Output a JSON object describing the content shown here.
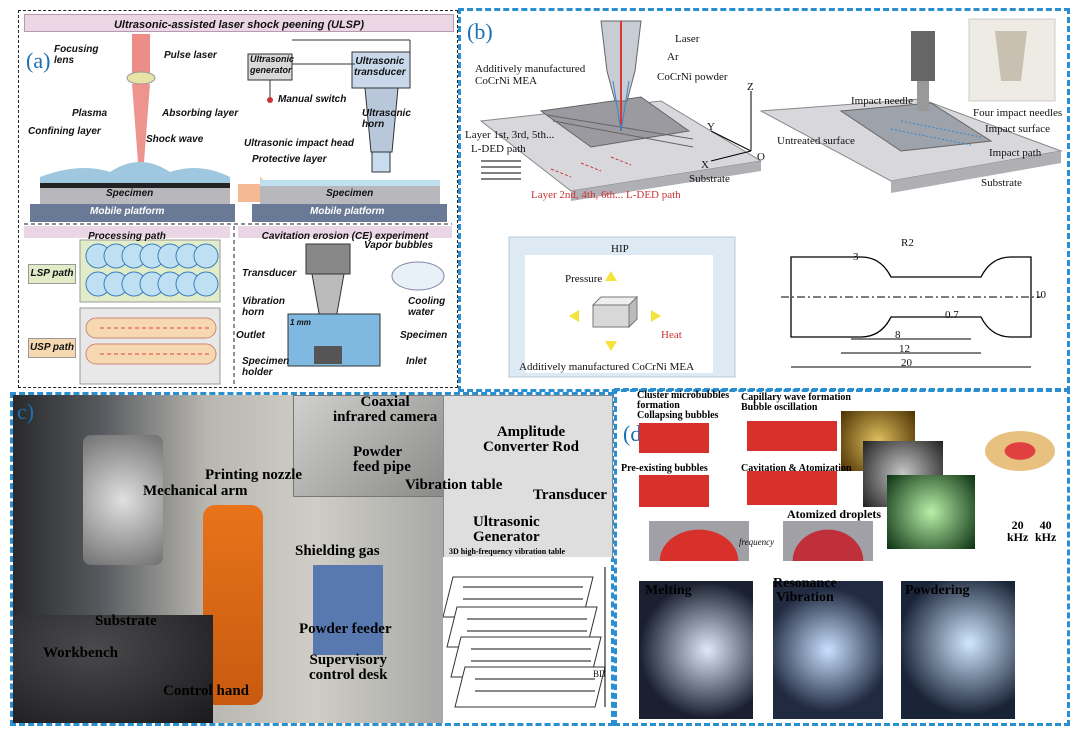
{
  "panel_labels": {
    "a": "(a)",
    "b": "(b)",
    "c": "c)",
    "d": "(d)"
  },
  "panel_a": {
    "title": "Ultrasonic-assisted laser shock peening (ULSP)",
    "focusing_lens": "Focusing\nlens",
    "pulse_laser": "Pulse laser",
    "plasma": "Plasma",
    "absorbing_layer": "Absorbing layer",
    "confining_layer": "Confining layer",
    "shock_wave": "Shock wave",
    "specimen": "Specimen",
    "mobile_platform": "Mobile platform",
    "ultrasonic_generator": "Ultrasonic\ngenerator",
    "manual_switch": "Manual switch",
    "ultrasonic_transducer": "Ultrasonic\ntransducer",
    "ultrasonic_horn": "Ultrasonic\nhorn",
    "ultrasonic_impact_head": "Ultrasonic impact head",
    "protective_layer": "Protective layer",
    "processing_path": "Processing path",
    "cavitation_title": "Cavitation erosion (CE) experiment",
    "lsp_path": "LSP path",
    "usp_path": "USP path",
    "vapor_bubbles": "Vapor bubbles",
    "transducer": "Transducer",
    "vibration_horn": "Vibration\nhorn",
    "cooling_water": "Cooling\nwater",
    "outlet": "Outlet",
    "specimen2": "Specimen",
    "one_mm": "1 mm",
    "specimen_holder": "Specimen\nholder",
    "inlet": "Inlet"
  },
  "panel_b": {
    "laser": "Laser",
    "ar": "Ar",
    "powder": "CoCrNi powder",
    "am_mea": "Additively manufactured\nCoCrNi MEA",
    "layer_odd": "Layer 1st, 3rd, 5th...",
    "lded_path": "L-DED path",
    "layer_even": "Layer 2nd, 4th, 6th... L-DED path",
    "substrate": "Substrate",
    "axis_x": "X",
    "axis_y": "Y",
    "axis_z": "Z",
    "axis_o": "O",
    "impact_needle": "Impact needle",
    "four_needles": "Four impact needles",
    "impact_surface": "Impact surface",
    "untreated": "Untreated surface",
    "impact_path": "Impact path",
    "substrate2": "Substrate",
    "hip": "HIP",
    "pressure": "Pressure",
    "heat": "Heat",
    "hip_caption": "Additively manufactured CoCrNi MEA",
    "dim_r2": "R2",
    "dim_3": "3",
    "dim_10": "10",
    "dim_07": "0.7",
    "dim_8": "8",
    "dim_12": "12",
    "dim_20": "20"
  },
  "panel_c": {
    "coaxial_camera": "Coaxial\ninfrared camera",
    "powder_feed": "Powder\nfeed pipe",
    "printing_nozzle": "Printing nozzle",
    "mechanical_arm": "Mechanical arm",
    "amplitude_rod": "Amplitude\nConverter Rod",
    "vibration_table": "Vibration table",
    "transducer": "Transducer",
    "ultrasonic_gen": "Ultrasonic\nGenerator",
    "vib_caption": "3D high-frequency vibration table",
    "shielding_gas": "Shielding gas",
    "substrate": "Substrate",
    "powder_feeder": "Powder feeder",
    "workbench": "Workbench",
    "supervisory": "Supervisory\ncontrol desk",
    "control_hand": "Control hand",
    "bd": "BD"
  },
  "panel_d": {
    "cluster": "Cluster microbubbles\nformation\nCollapsing bubbles",
    "capillary": "Capillary wave formation\nBubble oscillation",
    "preexisting": "Pre-existing bubbles",
    "cavitation": "Cavitation & Atomization",
    "atomized": "Atomized droplets",
    "frequency": "frequency",
    "f20": "20\nkHz",
    "f40": "40\nkHz",
    "melting": "Melting",
    "resonance": "Resonance\nVibration",
    "powdering": "Powdering"
  },
  "colors": {
    "border": "#2a8fd0",
    "label": "#1a6fb5",
    "laser": "#e8706a",
    "melt": "#d8302a"
  }
}
